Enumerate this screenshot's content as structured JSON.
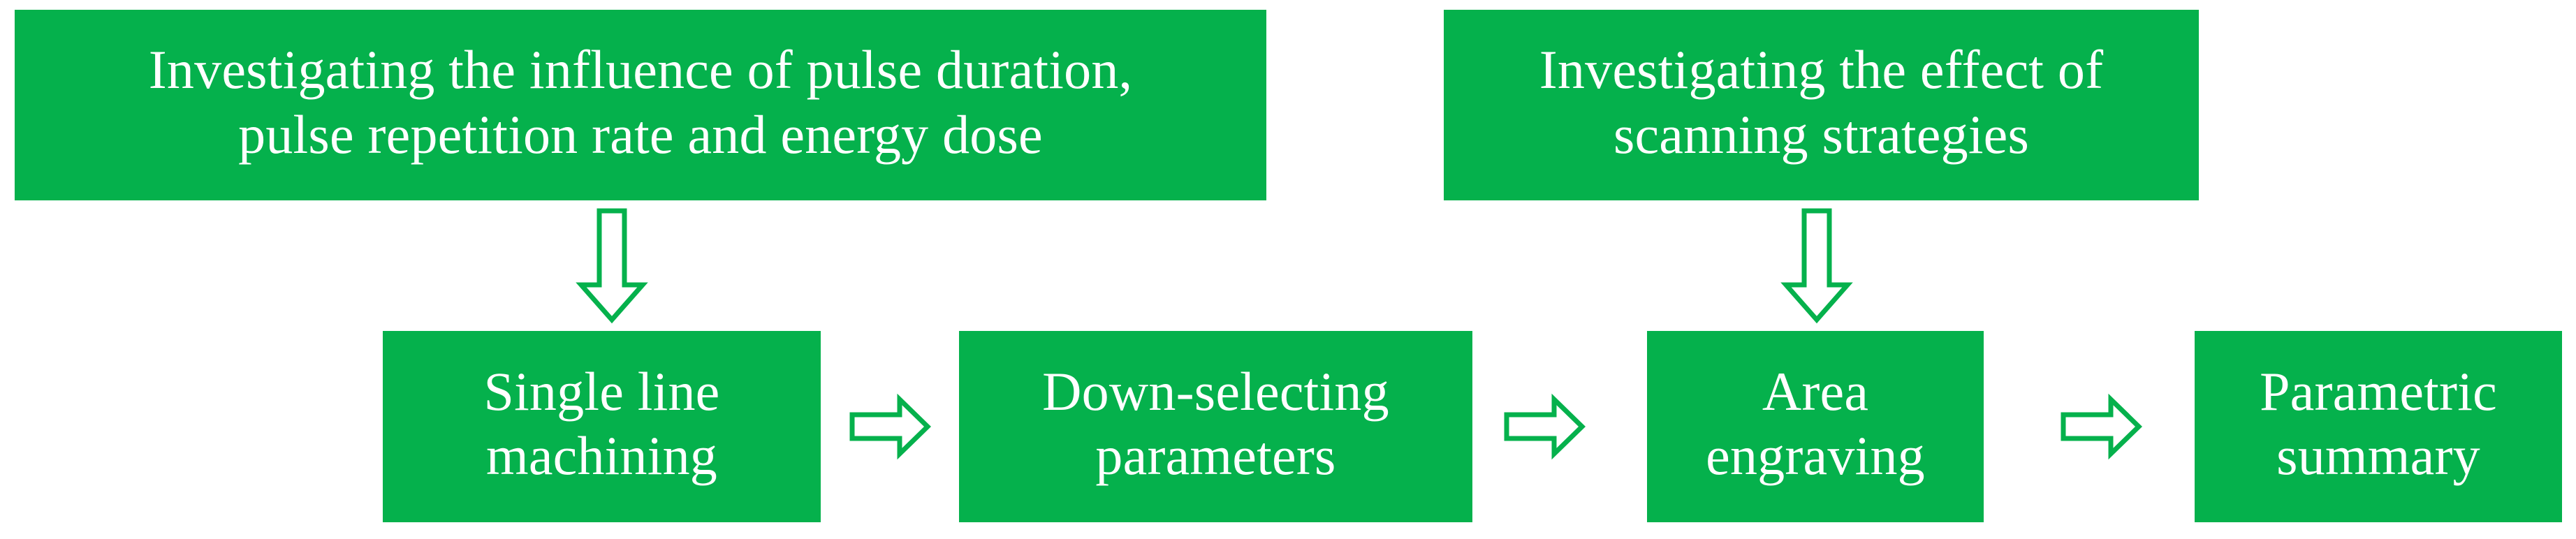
{
  "diagram": {
    "title": "Experimental workflow flowchart",
    "background_color": "#ffffff",
    "accent_color": "#05b14c",
    "box_fill_color": "#05b14c",
    "box_text_color": "#ffffff",
    "arrow_outline_color": "#05b14c",
    "arrow_fill_color": "#ffffff"
  },
  "headers": [
    {
      "id": "header-pulse-parameters",
      "label": "Investigating the influence of pulse duration,\npulse repetition rate and energy dose",
      "line1": "Investigating the influence of pulse duration,",
      "line2": "pulse repetition rate and energy dose"
    },
    {
      "id": "header-scanning-strategies",
      "label": "Investigating  the effect of\nscanning strategies",
      "line1": "Investigating  the effect of",
      "line2": "scanning strategies"
    }
  ],
  "steps": [
    {
      "id": "step-single-line-machining",
      "label": "Single line\nmachining",
      "line1": "Single line",
      "line2": "machining",
      "order": 1
    },
    {
      "id": "step-down-selecting-parameters",
      "label": "Down-selecting\nparameters",
      "line1": "Down-selecting",
      "line2": "parameters",
      "order": 2
    },
    {
      "id": "step-area-engraving",
      "label": "Area\nengraving",
      "line1": "Area",
      "line2": "engraving",
      "order": 3
    },
    {
      "id": "step-parametric-summary",
      "label": "Parametric\nsummary",
      "line1": "Parametric",
      "line2": "summary",
      "order": 4
    }
  ],
  "connectors": [
    {
      "id": "connector-down-1",
      "icon": "arrow-down-icon",
      "direction": "down",
      "from": "header-pulse-parameters",
      "to": "step-single-line-machining"
    },
    {
      "id": "connector-down-2",
      "icon": "arrow-down-icon",
      "direction": "down",
      "from": "header-scanning-strategies",
      "to": "step-area-engraving"
    },
    {
      "id": "connector-right-1",
      "icon": "arrow-right-icon",
      "direction": "right",
      "from": "step-single-line-machining",
      "to": "step-down-selecting-parameters"
    },
    {
      "id": "connector-right-2",
      "icon": "arrow-right-icon",
      "direction": "right",
      "from": "step-down-selecting-parameters",
      "to": "step-area-engraving"
    },
    {
      "id": "connector-right-3",
      "icon": "arrow-right-icon",
      "direction": "right",
      "from": "step-area-engraving",
      "to": "step-parametric-summary"
    }
  ]
}
